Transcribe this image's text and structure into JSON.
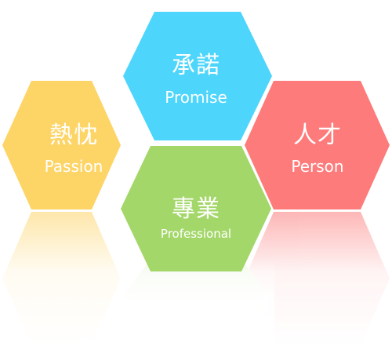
{
  "hexagons": [
    {
      "id": "promise",
      "title": "承諾",
      "subtitle": "Promise",
      "color": "#4dd5fb"
    },
    {
      "id": "passion",
      "title": "熱忱",
      "subtitle": "Passion",
      "color": "#fdd466"
    },
    {
      "id": "person",
      "title": "人才",
      "subtitle": "Person",
      "color": "#fd7b7b"
    },
    {
      "id": "professional",
      "title": "專業",
      "subtitle": "Professional",
      "color": "#a4d76a"
    }
  ]
}
